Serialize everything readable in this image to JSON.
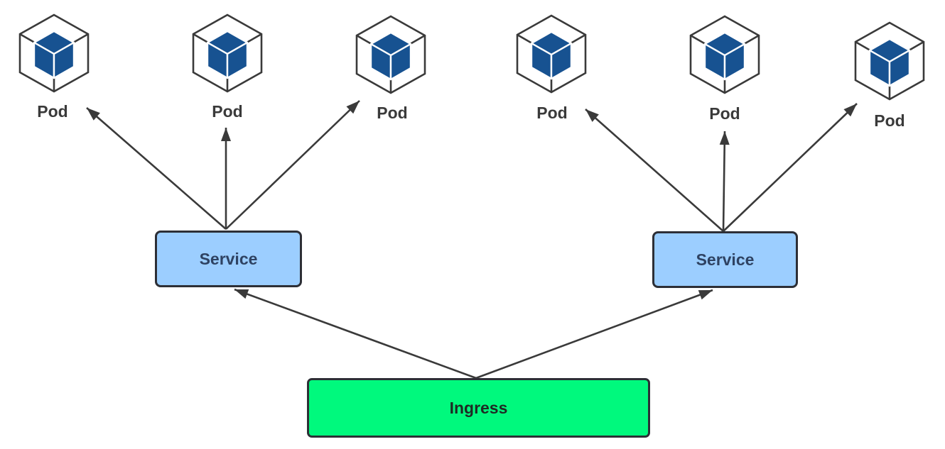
{
  "diagram": {
    "pods": [
      {
        "label": "Pod"
      },
      {
        "label": "Pod"
      },
      {
        "label": "Pod"
      },
      {
        "label": "Pod"
      },
      {
        "label": "Pod"
      },
      {
        "label": "Pod"
      }
    ],
    "services": [
      {
        "label": "Service"
      },
      {
        "label": "Service"
      }
    ],
    "ingress": {
      "label": "Ingress"
    },
    "edges": [
      {
        "from": "ingress",
        "to": "service-1"
      },
      {
        "from": "ingress",
        "to": "service-2"
      },
      {
        "from": "service-1",
        "to": "pod-1"
      },
      {
        "from": "service-1",
        "to": "pod-2"
      },
      {
        "from": "service-1",
        "to": "pod-3"
      },
      {
        "from": "service-2",
        "to": "pod-4"
      },
      {
        "from": "service-2",
        "to": "pod-5"
      },
      {
        "from": "service-2",
        "to": "pod-6"
      }
    ],
    "colors": {
      "background": "#ffffff",
      "pod_cube_fill": "#175291",
      "pod_outline": "#3a3a3a",
      "pod_label_text": "#3a3a3a",
      "service_fill": "#9cceff",
      "service_border": "#2d2f36",
      "service_text": "#2e4262",
      "ingress_fill": "#00f97d",
      "ingress_border": "#2d2f36",
      "ingress_text": "#1e2b24",
      "arrow": "#3a3a3a"
    }
  }
}
